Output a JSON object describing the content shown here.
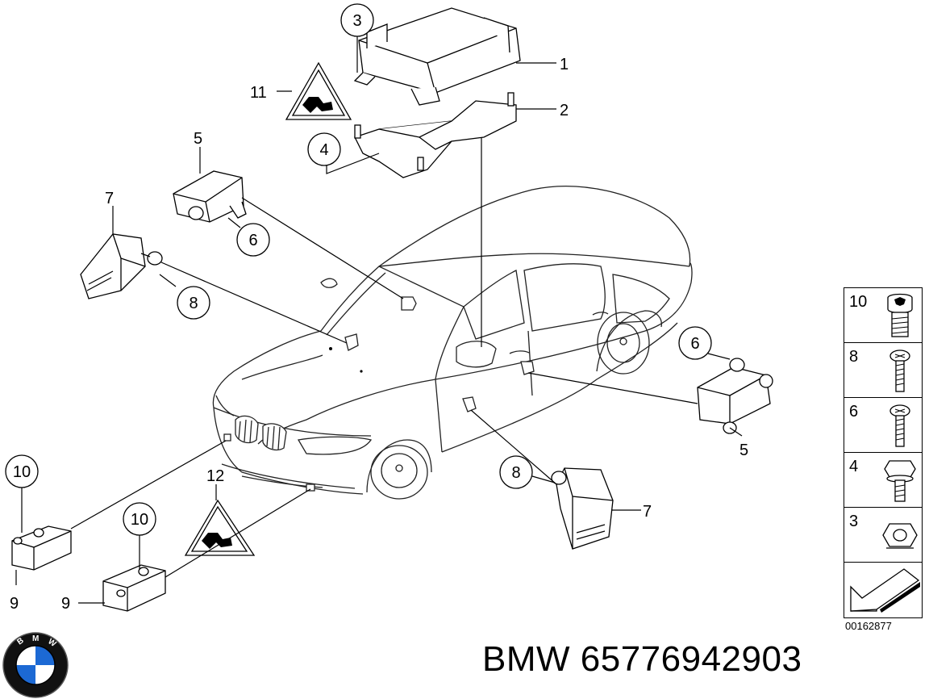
{
  "callouts": {
    "c1": "1",
    "c2": "2",
    "c3": "3",
    "c4": "4",
    "c5a": "5",
    "c5b": "5",
    "c6a": "6",
    "c6b": "6",
    "c7a": "7",
    "c7b": "7",
    "c8a": "8",
    "c8b": "8",
    "c9a": "9",
    "c9b": "9",
    "c10a": "10",
    "c10b": "10",
    "c11": "11",
    "c12": "12"
  },
  "legend": [
    {
      "num": "10",
      "icon": "torx-bolt-icon"
    },
    {
      "num": "8",
      "icon": "screw-icon"
    },
    {
      "num": "6",
      "icon": "screw-icon"
    },
    {
      "num": "4",
      "icon": "hex-bolt-icon"
    },
    {
      "num": "3",
      "icon": "hex-nut-icon"
    },
    {
      "num": "",
      "icon": "direction-arrow-icon"
    }
  ],
  "document_number": "00162877",
  "part_title": "BMW 65776942903",
  "logo": {
    "text": "BMW",
    "icon": "bmw-roundel-icon",
    "blue": "#1c69d4"
  }
}
